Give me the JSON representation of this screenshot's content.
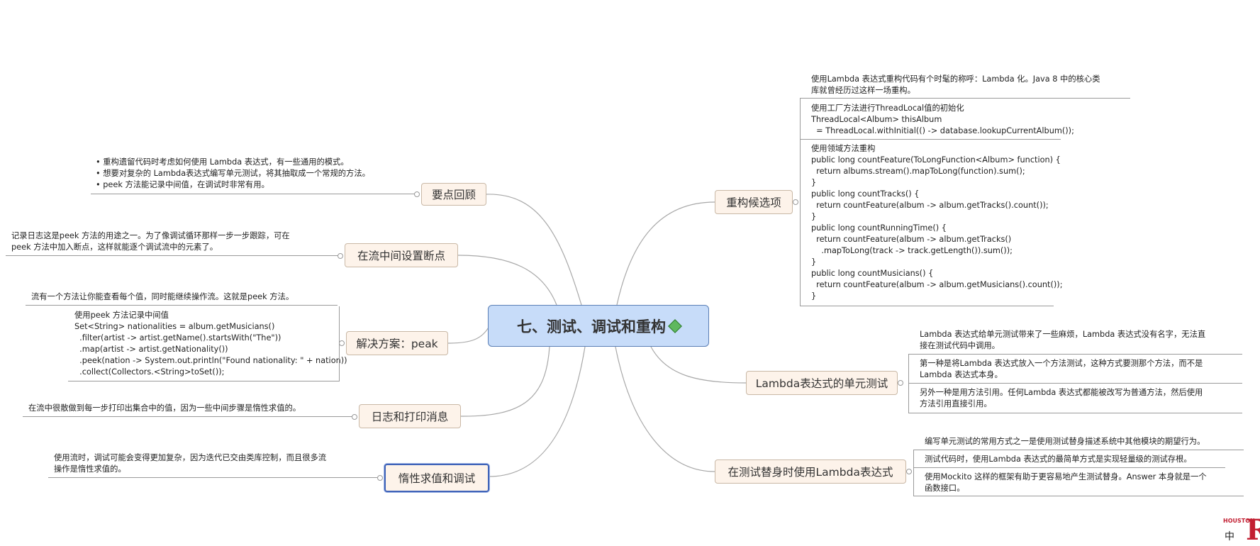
{
  "central_topic": {
    "label": "七、测试、调试和重构"
  },
  "left_topics": [
    {
      "label": "要点回顾",
      "note": "• 重构遗留代码时考虑如何使用 Lambda 表达式，有一些通用的模式。\n• 想要对复杂的 Lambda表达式编写单元测试，将其抽取成一个常规的方法。\n• peek 方法能记录中间值，在调试时非常有用。"
    },
    {
      "label": "在流中间设置断点",
      "note": "记录日志这是peek 方法的用途之一。为了像调试循环那样一步一步跟踪，可在\npeek 方法中加入断点，这样就能逐个调试流中的元素了。"
    },
    {
      "label": "解决方案：peak",
      "note": "流有一个方法让你能查看每个值，同时能继续操作流。这就是peek 方法。",
      "code": "使用peek 方法记录中间值\nSet<String> nationalities = album.getMusicians()\n  .filter(artist -> artist.getName().startsWith(\"The\"))\n  .map(artist -> artist.getNationality())\n  .peek(nation -> System.out.println(\"Found nationality: \" + nation))\n  .collect(Collectors.<String>toSet());"
    },
    {
      "label": "日志和打印消息",
      "note": "在流中很散做到每一步打印出集合中的值，因为一些中间步骤是惰性求值的。"
    },
    {
      "label": "惰性求值和调试",
      "note": "使用流时，调试可能会变得更加复杂，因为迭代已交由类库控制，而且很多流\n操作是惰性求值的。"
    }
  ],
  "right_topics": [
    {
      "label": "重构候选项",
      "notes": [
        "使用Lambda 表达式重构代码有个时髦的称呼：Lambda 化。Java 8 中的核心类\n库就曾经历过这样一场重构。",
        "使用工厂方法进行ThreadLocal值的初始化\nThreadLocal<Album> thisAlbum\n  = ThreadLocal.withInitial(() -> database.lookupCurrentAlbum());",
        "使用领域方法重构\npublic long countFeature(ToLongFunction<Album> function) {\n  return albums.stream().mapToLong(function).sum();\n}\npublic long countTracks() {\n  return countFeature(album -> album.getTracks().count());\n}\npublic long countRunningTime() {\n  return countFeature(album -> album.getTracks()\n    .mapToLong(track -> track.getLength()).sum());\n}\npublic long countMusicians() {\n  return countFeature(album -> album.getMusicians().count());\n}"
      ]
    },
    {
      "label": "Lambda表达式的单元测试",
      "notes": [
        "Lambda 表达式给单元测试带来了一些麻烦，Lambda 表达式没有名字，无法直\n接在测试代码中调用。",
        "第一种是将Lambda 表达式放入一个方法测试，这种方式要测那个方法，而不是\nLambda 表达式本身。",
        "另外一种是用方法引用。任何Lambda 表达式都能被改写为普通方法，然后使用\n方法引用直接引用。"
      ]
    },
    {
      "label": "在测试替身时使用Lambda表达式",
      "notes": [
        "编写单元测试的常用方式之一是使用测试替身描述系统中其他模块的期望行为。",
        "测试代码时，使用Lambda 表达式的最简单方式是实现轻量级的测试存根。",
        "使用Mockito 这样的框架有助于更容易地产生测试替身。Answer 本身就是一个\n函数接口。"
      ]
    }
  ],
  "watermark": {
    "brand": "HOUSTON",
    "char": "中",
    "logo": "R"
  },
  "colors": {
    "central_fill": "#c7dcf9",
    "topic_fill": "#fdf3ea",
    "selected_border": "#3f63b8",
    "brand_red": "#c21f32"
  }
}
